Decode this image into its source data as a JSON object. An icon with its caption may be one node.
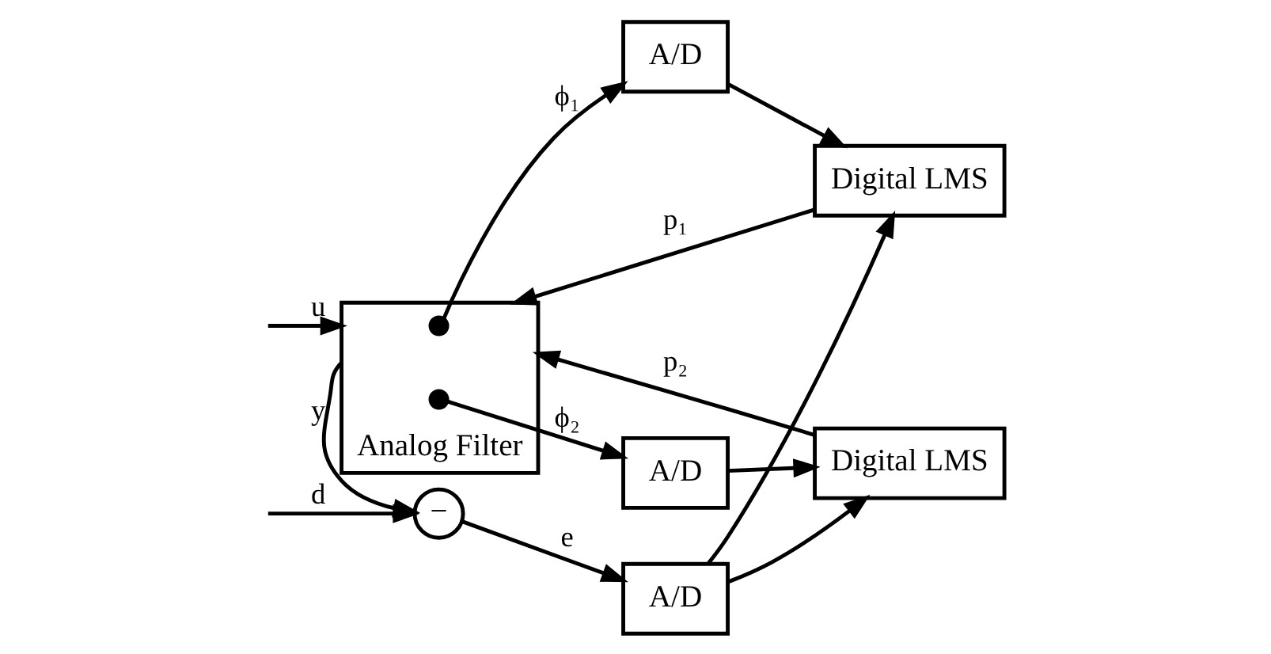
{
  "diagram": {
    "nodes": [
      {
        "text": [
          "Analog Filter"
        ]
      },
      {
        "text": [
          "A/D"
        ]
      },
      {
        "text": [
          "Digital LMS"
        ]
      },
      {
        "text": [
          "A/D"
        ]
      },
      {
        "text": [
          "Digital LMS"
        ]
      },
      {
        "text": [
          "A/D"
        ]
      },
      {
        "text": [
          "−"
        ]
      },
      {
        "text": [],
        "shape": "dot",
        "in": 0
      },
      {
        "text": [],
        "shape": "dot",
        "in": 0
      }
    ],
    "edges": [
      {
        "from": 8,
        "to": 1,
        "arrow": "to",
        "label": "ϕ₂"
      },
      {
        "from": 1,
        "to": 2,
        "arrow": "to"
      },
      {
        "from": 7,
        "to": 3,
        "arrow": "to",
        "label": "ϕ₁"
      },
      {
        "from": 3,
        "to": 4,
        "arrow": "to"
      },
      {
        "from": 4,
        "to": 0,
        "arrow": "to",
        "label": "p₁"
      },
      {
        "from": 2,
        "to": 0,
        "arrow": "to",
        "label": "p₂"
      },
      {
        "from": 5,
        "to": 2,
        "arrow": "to"
      },
      {
        "from": 5,
        "to": 4,
        "arrow": "to"
      },
      {
        "from": 6,
        "to": 5,
        "arrow": "to",
        "label": "e"
      },
      {
        "from": null,
        "to": 0,
        "arrow": "to",
        "label": "u"
      },
      {
        "from": 0,
        "to": 6,
        "arrow": "to",
        "label": "y"
      },
      {
        "from": null,
        "to": 6,
        "arrow": "to",
        "label": "d"
      }
    ]
  }
}
